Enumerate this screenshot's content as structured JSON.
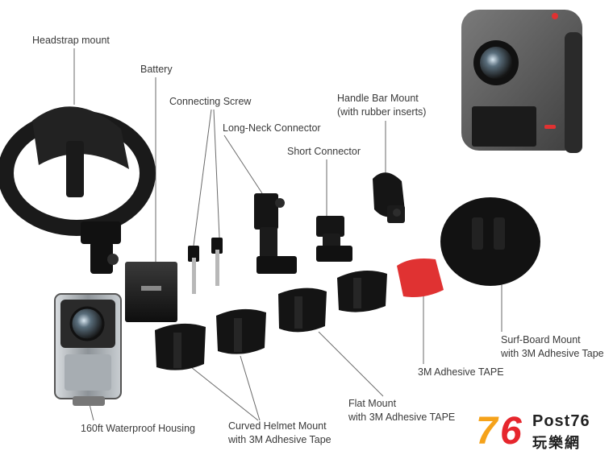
{
  "labels": {
    "headstrap": "Headstrap mount",
    "battery": "Battery",
    "screw": "Connecting Screw",
    "longneck": "Long-Neck Connector",
    "short": "Short Connector",
    "handlebar_1": "Handle Bar Mount",
    "handlebar_2": "(with rubber inserts)",
    "surf_1": "Surf-Board Mount",
    "surf_2": "with 3M Adhesive Tape",
    "tape": "3M Adhesive TAPE",
    "flat_1": "Flat Mount",
    "flat_2": "with 3M Adhesive TAPE",
    "curved_1": "Curved Helmet Mount",
    "curved_2": "with 3M Adhesive Tape",
    "housing": "160ft Waterproof Housing"
  },
  "brand": {
    "number_left": "7",
    "number_right": "6",
    "latin": "Post76",
    "cjk": "玩樂網",
    "colors": {
      "orange": "#f5a21a",
      "red": "#e6262d"
    }
  },
  "colors": {
    "accessory_black": "#151515",
    "camera_body": "#5a5a5a",
    "tape_red": "#e03232",
    "leader_line": "#6a6a6a"
  }
}
